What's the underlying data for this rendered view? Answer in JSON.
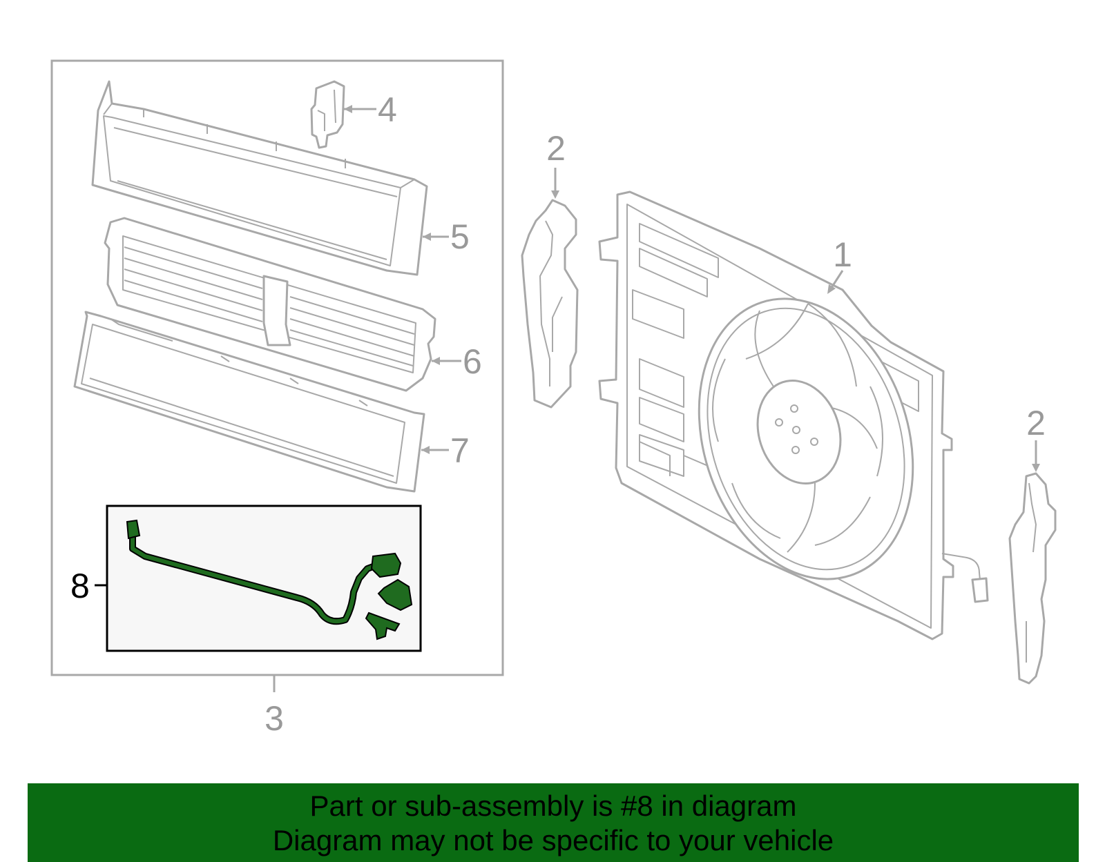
{
  "callouts": {
    "c1": "1",
    "c2a": "2",
    "c2b": "2",
    "c3": "3",
    "c4": "4",
    "c5": "5",
    "c6": "6",
    "c7": "7",
    "c8": "8"
  },
  "colors": {
    "banner_bg": "#0a6b12",
    "highlight_part": "#1f6b1f",
    "line_gray": "#a8a8a8",
    "inset_bg": "#f7f7f7"
  },
  "banner": {
    "line1": "Part or sub-assembly is #8 in diagram",
    "line2": "Diagram may not be specific to your vehicle"
  }
}
